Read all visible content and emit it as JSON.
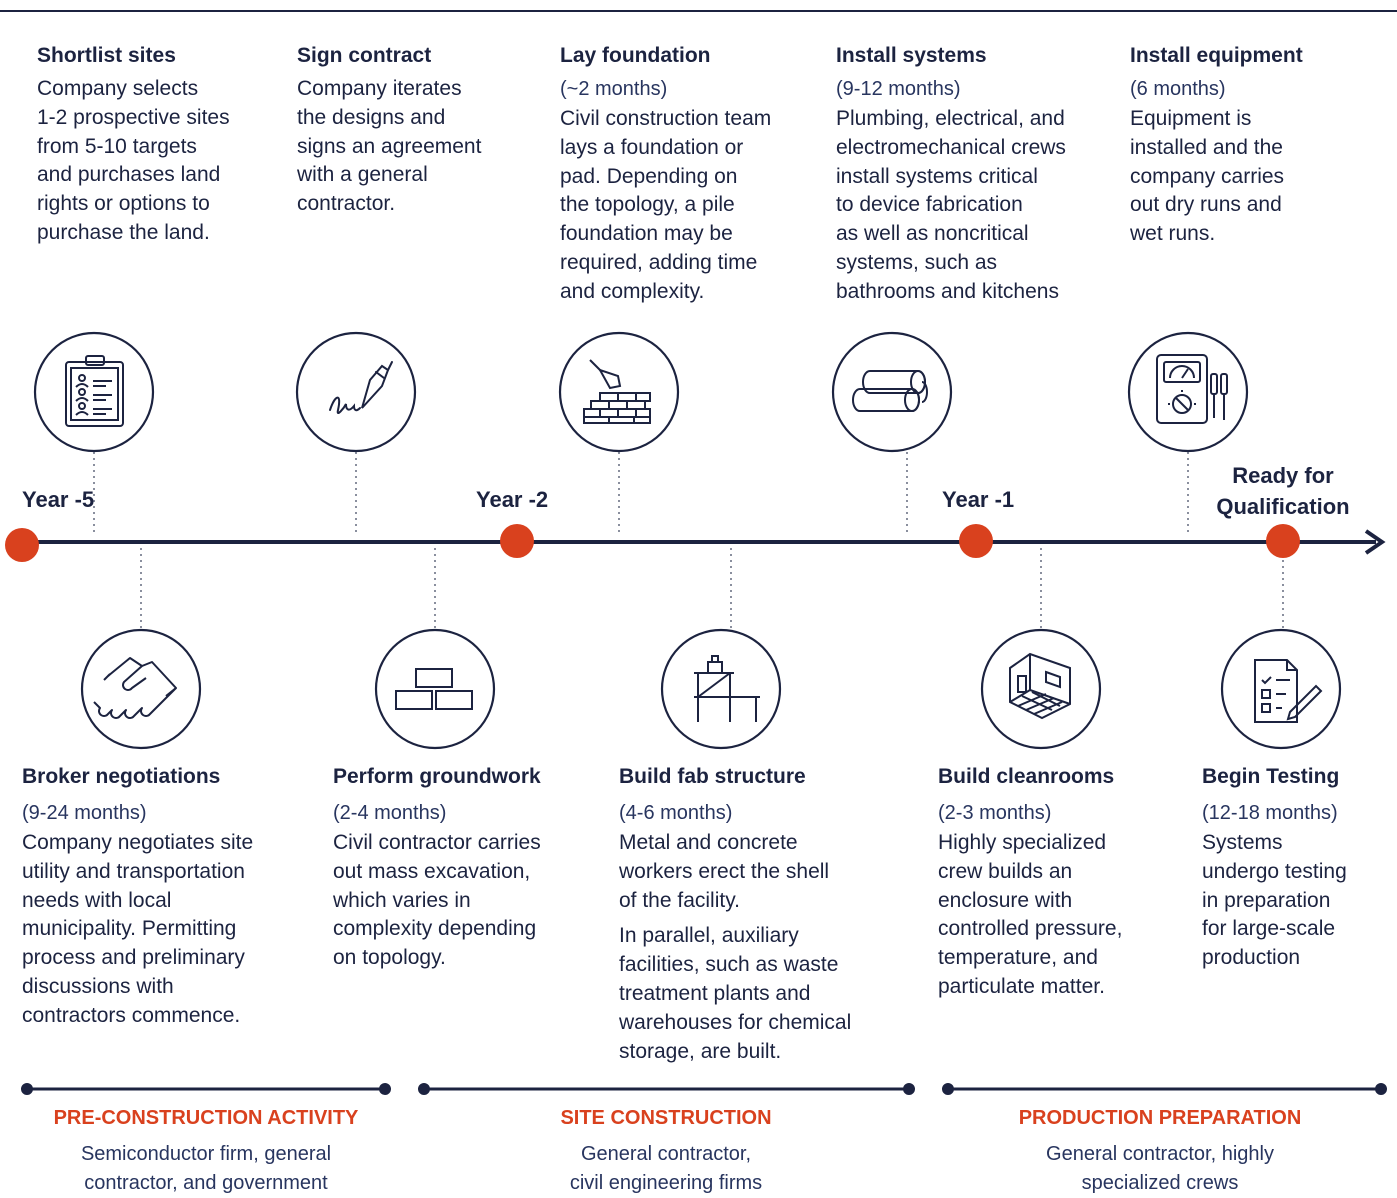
{
  "milestones": {
    "year_minus_5": "Year -5",
    "year_minus_2": "Year -2",
    "year_minus_1": "Year -1",
    "ready": "Ready for\nQualification"
  },
  "top_steps": [
    {
      "title": "Shortlist sites",
      "duration": "",
      "body": "Company selects\n1-2 prospective sites\nfrom 5-10  targets\nand purchases land\nrights or options to\npurchase the land.",
      "icon": "clipboard-list-icon"
    },
    {
      "title": "Sign contract",
      "duration": "",
      "body": "Company iterates\nthe designs and\nsigns an agreement\nwith a general\ncontractor.",
      "icon": "signature-pen-icon"
    },
    {
      "title": "Lay foundation",
      "duration": "(~2 months)",
      "body": "Civil construction team\nlays a foundation or\npad. Depending on\nthe topology, a pile\nfoundation may be\nrequired, adding time\nand complexity.",
      "icon": "trowel-bricks-icon"
    },
    {
      "title": "Install systems",
      "duration": "(9-12 months)",
      "body": "Plumbing, electrical, and\nelectromechanical crews\ninstall systems critical\nto device fabrication\nas well as noncritical\nsystems, such as\nbathrooms and kitchens",
      "icon": "pipes-icon"
    },
    {
      "title": "Install equipment",
      "duration": "(6 months)",
      "body": "Equipment is\ninstalled and the\ncompany carries\nout dry runs and\nwet runs.",
      "icon": "multimeter-icon"
    }
  ],
  "bottom_steps": [
    {
      "title": "Broker negotiations",
      "duration": "(9-24 months)",
      "body": "Company negotiates site\nutility and transportation\nneeds with local\nmunicipality. Permitting\nprocess and preliminary\ndiscussions with\ncontractors commence.",
      "icon": "handshake-icon"
    },
    {
      "title": "Perform groundwork",
      "duration": "(2-4 months)",
      "body": "Civil contractor carries\nout mass excavation,\nwhich varies in\ncomplexity depending\non topology.",
      "icon": "bricks-icon"
    },
    {
      "title": "Build fab structure",
      "duration": "(4-6 months)",
      "body": "Metal and concrete\nworkers erect the shell\nof the facility.",
      "body2": "In parallel, auxiliary\nfacilities, such as waste\ntreatment plants and\nwarehouses for chemical\nstorage, are built.",
      "icon": "scaffold-icon"
    },
    {
      "title": "Build cleanrooms",
      "duration": "(2-3 months)",
      "body": "Highly specialized\ncrew builds an\nenclosure with\ncontrolled pressure,\ntemperature, and\nparticulate matter.",
      "icon": "cleanroom-icon"
    },
    {
      "title": "Begin Testing",
      "duration": "(12-18 months)",
      "body": "Systems\nundergo testing\nin preparation\nfor large-scale\nproduction",
      "icon": "checklist-icon"
    }
  ],
  "phases": [
    {
      "title": "PRE-CONSTRUCTION ACTIVITY",
      "desc": "Semiconductor firm, general\ncontractor, and government"
    },
    {
      "title": "SITE CONSTRUCTION",
      "desc": "General contractor,\ncivil engineering firms"
    },
    {
      "title": "PRODUCTION PREPARATION",
      "desc": "General contractor, highly\nspecialized crews"
    }
  ],
  "colors": {
    "navy": "#1c2340",
    "accent": "#d9411e",
    "muted": "#28355f"
  }
}
